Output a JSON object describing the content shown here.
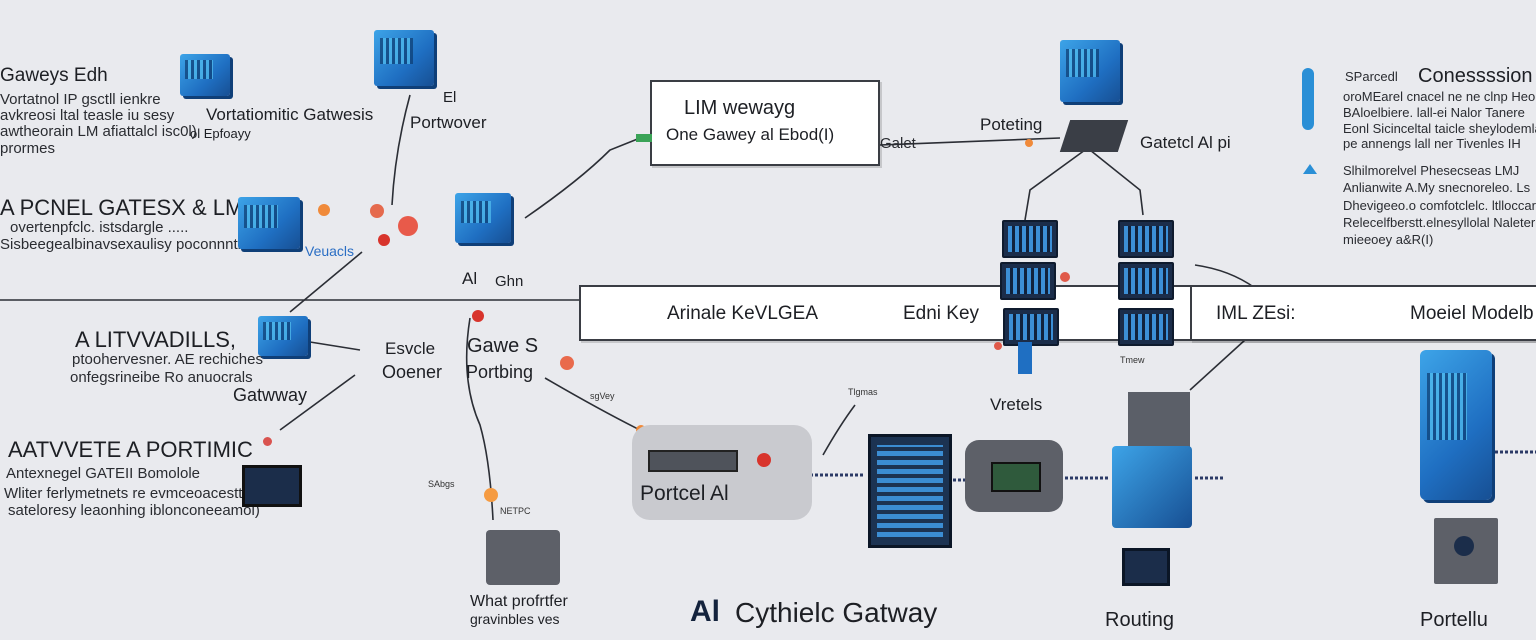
{
  "left": {
    "block1": {
      "title": "Gaweys Edh",
      "lines": [
        "Vortatnol IP gsctll ienkre",
        "avkreosi ltal teasle iu sesy",
        "awtheorain LM afiattalcl isc0l)",
        "prormes"
      ],
      "aside": "ol Epfoayy"
    },
    "block2": {
      "title": "A PCNEL GATESX & LM",
      "lines": [
        "overtenpfclc. istsdargle .....",
        "Sisbeegealbinavsexaulisy poconnnti..L"
      ],
      "aside": "Veuacls"
    },
    "block3": {
      "title": "A LITVVADILLS,",
      "lines": [
        "ptoohervesner. AE rechiches",
        "onfegsrineibe Ro anuocrals"
      ],
      "label": "Gatwway"
    },
    "block4": {
      "title": "AATVVETE A PORTIMIC",
      "lines": [
        "Antexnegel GATEII Bomolole",
        "Wliter ferlymetnets re evmceoacesttom",
        "sateloresy leaonhing iblonconeeamol)"
      ]
    }
  },
  "center": {
    "label_gateways": "Vortatiomitic Gatwesis",
    "label_port": "Portwover",
    "label_el": "El",
    "label_ai": "Al",
    "label_ghn": "Ghn",
    "label_gaves": "Gawe S",
    "label_esvcle": "Esvcle",
    "label_opener": "Ooener",
    "label_porthing": "Portbing",
    "label_sabgs": "SAbgs",
    "label_what": "What profrtfer",
    "label_gravinoles": "gravinbles ves",
    "label_netpc": "NETPC",
    "label_sgvey": "sgVey",
    "label_tigmas": "Tlgmas"
  },
  "top_box": {
    "line1": "LIM wewayg",
    "line2": "One Gawey al Ebod(I)"
  },
  "mid_box": {
    "left": "Arinale KeVLGEA",
    "right": "Edni Key"
  },
  "right_box": {
    "left": "IML ZEsi:",
    "right": "Moeiel Modelb"
  },
  "portcel": "Portcel Al",
  "bottom_title": {
    "prefix": "Al",
    "rest": "Cythielc Gatway"
  },
  "right_labels": {
    "poteting": "Poteting",
    "galet": "Galet",
    "gateticl": "Gatetcl Al pi",
    "vretels": "Vretels",
    "routing": "Routing",
    "portellu": "Portellu",
    "tmew": "Tmew"
  },
  "far_right": {
    "title": "Conessssion",
    "prefix": "SParcedl",
    "bullets1": [
      "oroMEarel cnacel ne ne clnp Heo",
      "BAloelbiere. lall-ei Nalor Tanere",
      "Eonl Sicinceltal taicle sheylodemlar",
      "pe annengs lall ner Tivenles IH"
    ],
    "bullets2": [
      "Slhilmorelvel Phesecseas LMJ",
      "Anlianwite A.My snecnoreleo. Ls",
      "Dhevigeeo.o comfotclelc. ltlloccarc",
      "Relecelfberstt.elnesyllolal Naleter",
      "mieeoey a&R(I)"
    ]
  },
  "colors": {
    "accent_blue": "#1f6fc2",
    "background": "#e9eaee"
  }
}
